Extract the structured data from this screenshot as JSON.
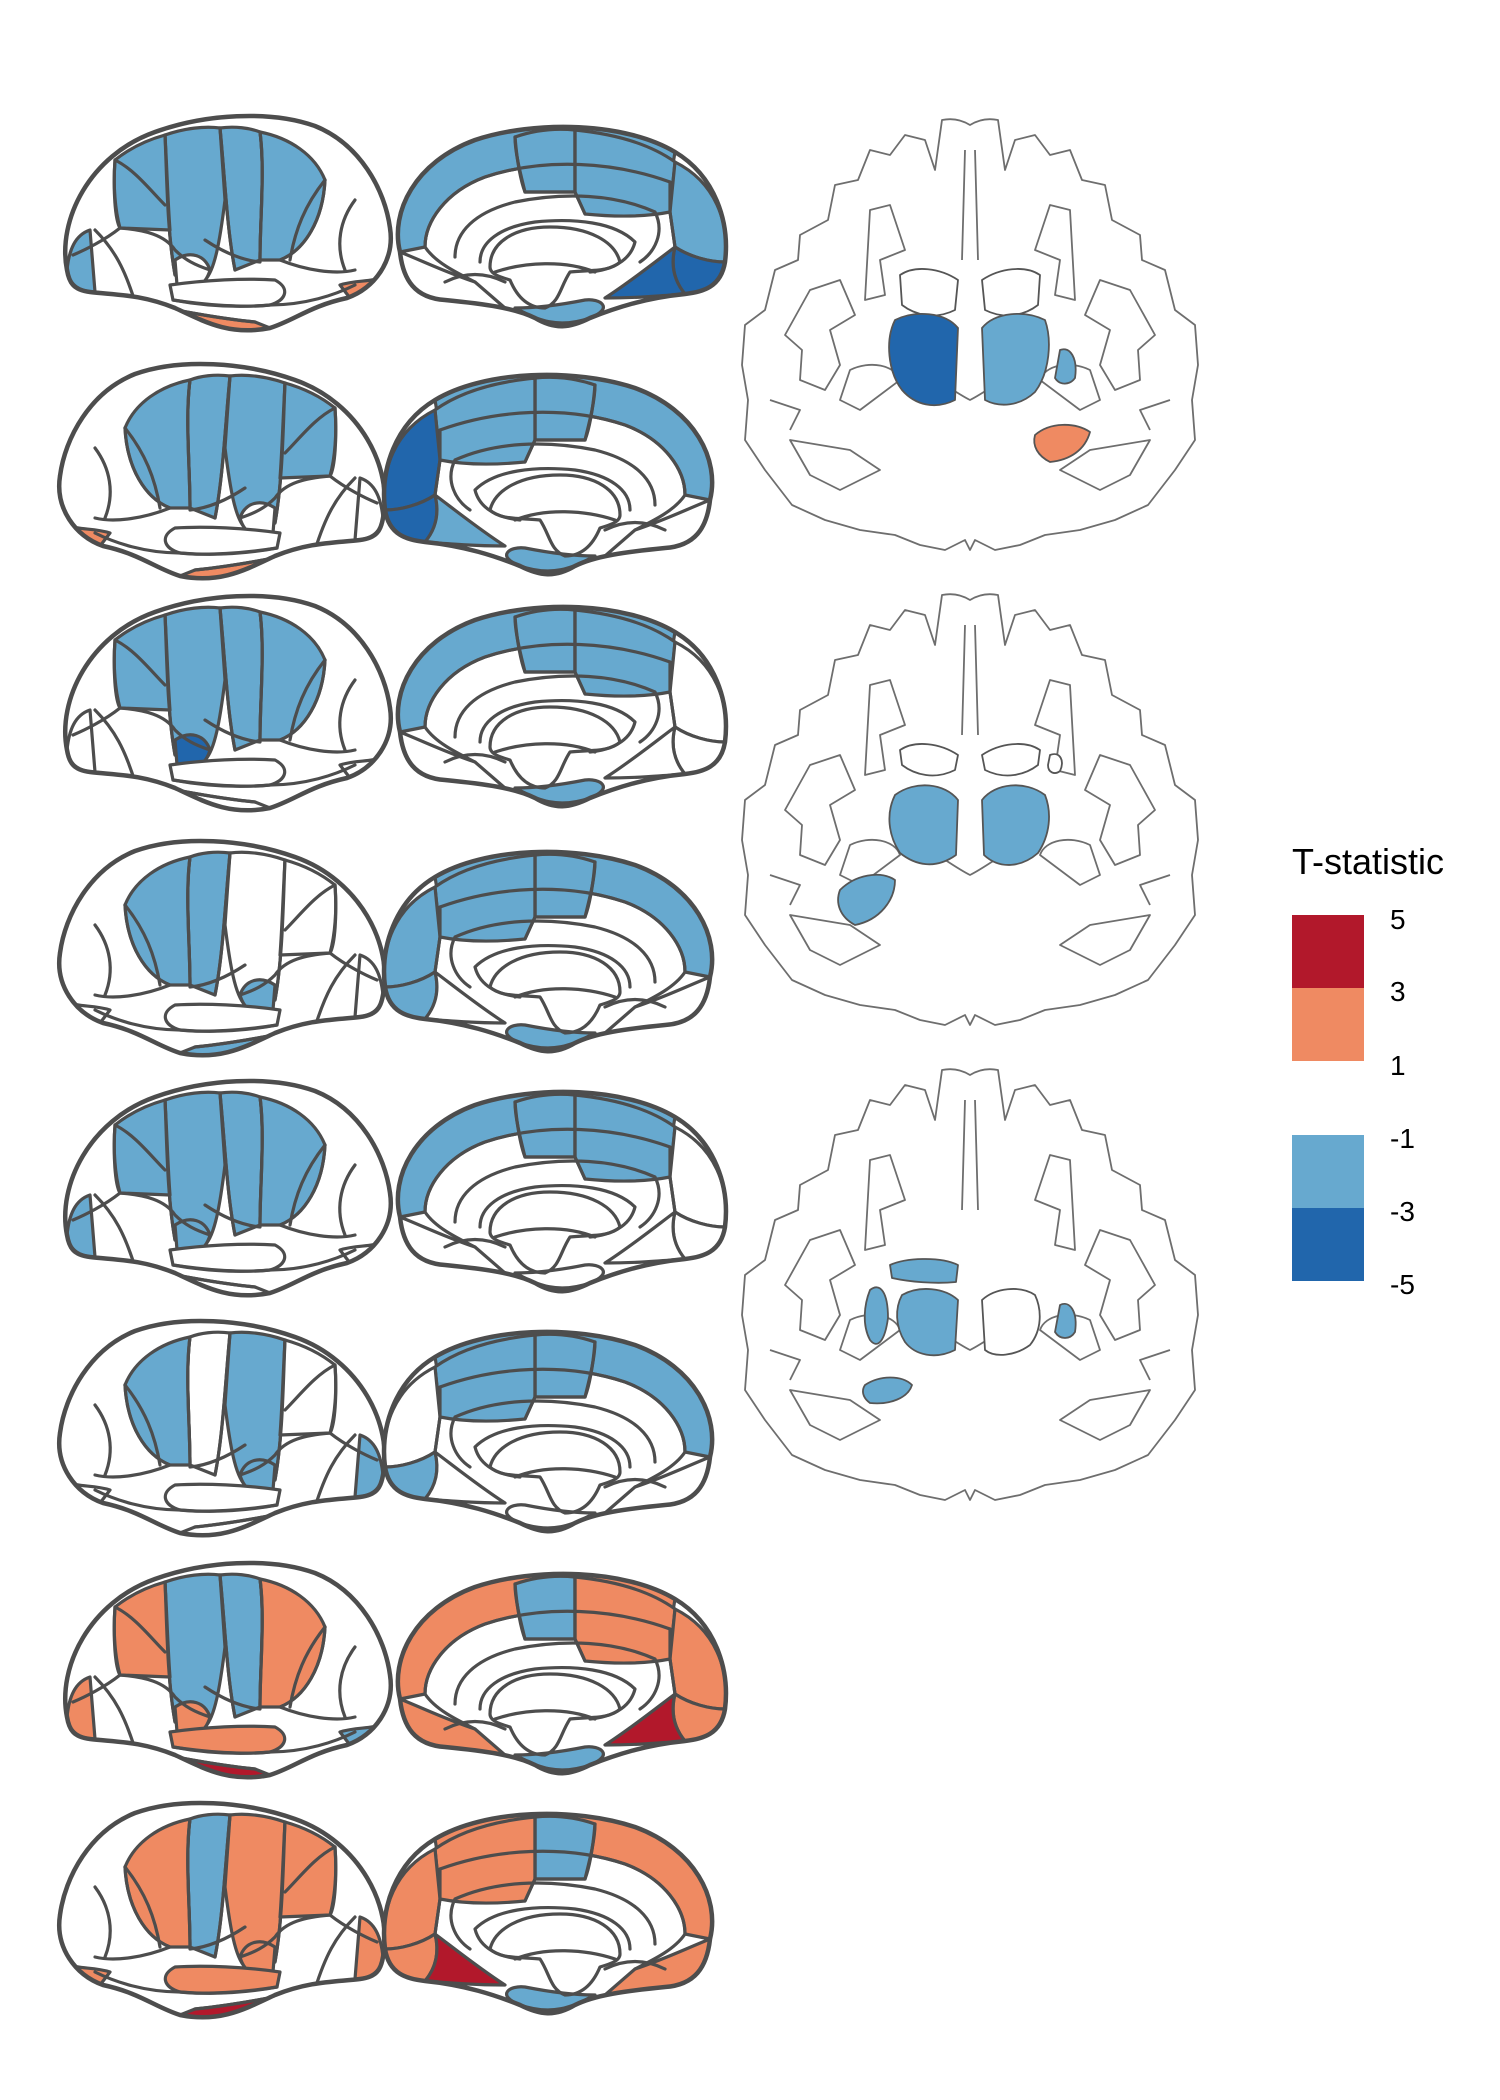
{
  "legend": {
    "title": "T-statistic",
    "ticks": [
      "5",
      "3",
      "1",
      "-1",
      "-3",
      "-5"
    ],
    "bins": [
      {
        "from": 3,
        "to": 5,
        "color": "#b2182b"
      },
      {
        "from": 1,
        "to": 3,
        "color": "#ef8a62"
      },
      {
        "from": -3,
        "to": -1,
        "color": "#67a9cf"
      },
      {
        "from": -5,
        "to": -3,
        "color": "#2166ac"
      }
    ]
  },
  "colors": {
    "strong_neg": "#2166ac",
    "neg": "#67a9cf",
    "pos": "#ef8a62",
    "strong_pos": "#b2182b",
    "none": "#ffffff",
    "outline": "#4d4d4d"
  },
  "cortical_rows": [
    {
      "lateral": [
        "neg",
        "neg",
        "neg",
        "neg",
        "none",
        "none",
        "pos",
        "pos",
        "neg"
      ],
      "medial": [
        "neg",
        "neg",
        "neg",
        "neg",
        "strong_neg",
        "strong_neg",
        "neg",
        "none"
      ]
    },
    {
      "lateral": [
        "neg",
        "neg",
        "neg",
        "neg",
        "none",
        "none",
        "pos",
        "pos",
        "none"
      ],
      "medial": [
        "neg",
        "neg",
        "neg",
        "strong_neg",
        "strong_neg",
        "neg",
        "neg",
        "none"
      ]
    },
    {
      "lateral": [
        "neg",
        "neg",
        "neg",
        "neg",
        "strong_neg",
        "none",
        "none",
        "none",
        "none"
      ],
      "medial": [
        "neg",
        "neg",
        "neg",
        "none",
        "none",
        "none",
        "neg",
        "none"
      ]
    },
    {
      "lateral": [
        "none",
        "neg",
        "neg",
        "none",
        "neg",
        "none",
        "neg",
        "none",
        "none"
      ],
      "medial": [
        "neg",
        "neg",
        "neg",
        "neg",
        "neg",
        "none",
        "neg",
        "none"
      ]
    },
    {
      "lateral": [
        "neg",
        "neg",
        "neg",
        "neg",
        "neg",
        "none",
        "none",
        "none",
        "neg"
      ],
      "medial": [
        "neg",
        "neg",
        "neg",
        "none",
        "none",
        "none",
        "none",
        "none"
      ]
    },
    {
      "lateral": [
        "neg",
        "none",
        "neg",
        "none",
        "neg",
        "none",
        "none",
        "none",
        "neg"
      ],
      "medial": [
        "neg",
        "neg",
        "neg",
        "none",
        "neg",
        "none",
        "none",
        "none"
      ]
    },
    {
      "lateral": [
        "neg",
        "neg",
        "pos",
        "pos",
        "pos",
        "pos",
        "strong_pos",
        "neg",
        "pos"
      ],
      "medial": [
        "pos",
        "neg",
        "pos",
        "pos",
        "pos",
        "strong_pos",
        "neg",
        "pos"
      ]
    },
    {
      "lateral": [
        "pos",
        "neg",
        "pos",
        "pos",
        "pos",
        "pos",
        "strong_pos",
        "pos",
        "pos"
      ],
      "medial": [
        "pos",
        "neg",
        "pos",
        "pos",
        "pos",
        "strong_pos",
        "neg",
        "pos"
      ]
    }
  ],
  "coronal_slices": [
    {
      "structures": [
        "none",
        "none",
        "strong_neg",
        "neg",
        "neg",
        "pos"
      ]
    },
    {
      "structures": [
        "none",
        "none",
        "neg",
        "neg",
        "none",
        "neg"
      ]
    },
    {
      "structures": [
        "neg",
        "neg",
        "neg",
        "none",
        "neg",
        "neg"
      ]
    }
  ]
}
